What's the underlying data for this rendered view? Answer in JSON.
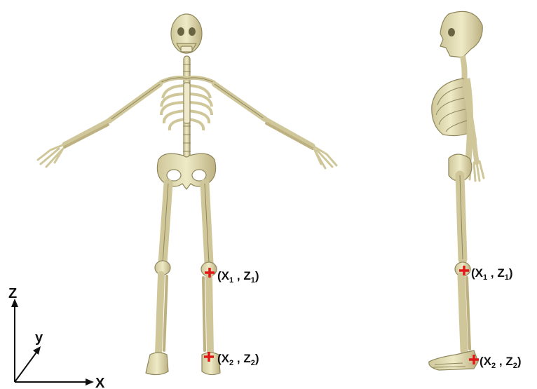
{
  "colors": {
    "bone_fill": "#e6e2b8",
    "bone_stroke": "#9a9266",
    "bone_shade": "#c9b98a",
    "marker": "#e01818",
    "text": "#111111"
  },
  "axes": {
    "z_label": "Z",
    "y_label": "y",
    "x_label": "X"
  },
  "front_view": {
    "point1": {
      "x_main": "X",
      "x_sub": "1",
      "z_main": "Z",
      "z_sub": "1"
    },
    "point2": {
      "x_main": "X",
      "x_sub": "2",
      "z_main": "Z",
      "z_sub": "2"
    }
  },
  "side_view": {
    "point1": {
      "x_main": "X",
      "x_sub": "1",
      "z_main": "Z",
      "z_sub": "1"
    },
    "point2": {
      "x_main": "X",
      "x_sub": "2",
      "z_main": "Z",
      "z_sub": "2"
    }
  },
  "icons": {
    "front": "skeleton-front-icon",
    "side": "skeleton-side-icon",
    "marker": "red-cross-marker-icon"
  }
}
